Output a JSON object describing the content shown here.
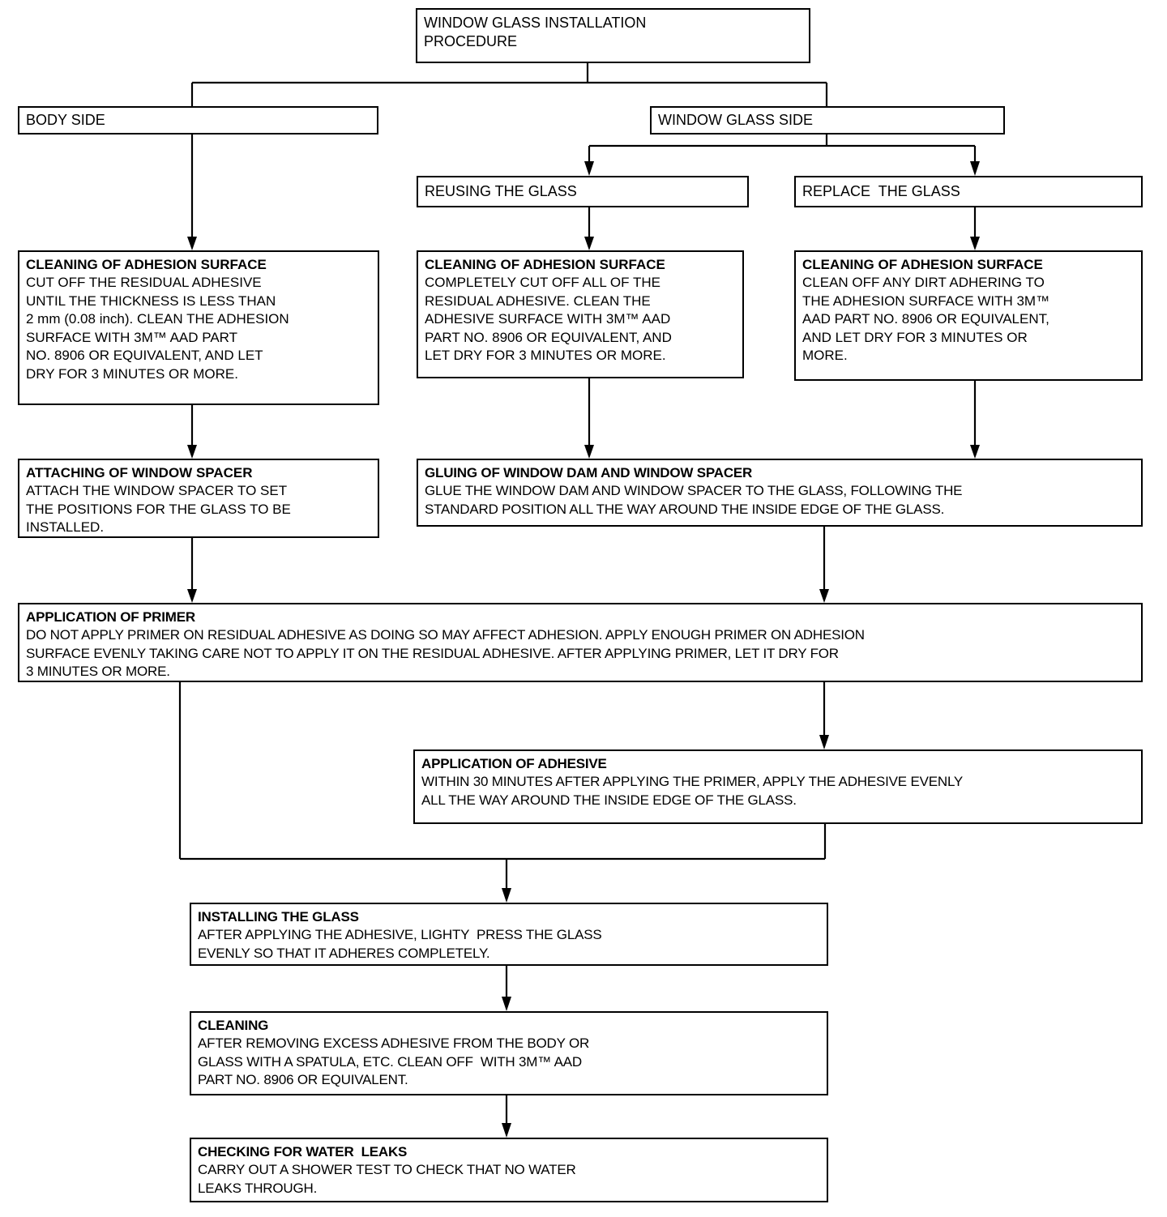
{
  "diagram": {
    "title": "WINDOW GLASS INSTALLATION PROCEDURE",
    "type": "flowchart"
  },
  "nodes": {
    "root": {
      "label": "WINDOW GLASS INSTALLATION\nPROCEDURE"
    },
    "body_side": {
      "label": "BODY SIDE"
    },
    "window_glass_side": {
      "label": "WINDOW GLASS SIDE"
    },
    "reusing_the_glass": {
      "label": "REUSING THE GLASS"
    },
    "replace_the_glass": {
      "label": "REPLACE  THE GLASS"
    },
    "cleaning_body": {
      "title": "CLEANING OF ADHESION SURFACE",
      "body": "CUT OFF THE RESIDUAL ADHESIVE\nUNTIL THE THICKNESS IS LESS THAN\n2 mm (0.08 inch). CLEAN THE ADHESION\nSURFACE WITH 3M™ AAD PART\nNO. 8906 OR EQUIVALENT, AND LET\nDRY FOR 3 MINUTES OR MORE."
    },
    "cleaning_reuse": {
      "title": "CLEANING OF ADHESION SURFACE",
      "body": "COMPLETELY CUT OFF ALL OF THE\nRESIDUAL ADHESIVE. CLEAN THE\nADHESIVE SURFACE WITH 3M™ AAD\nPART NO. 8906 OR EQUIVALENT, AND\nLET DRY FOR 3 MINUTES OR MORE."
    },
    "cleaning_replace": {
      "title": "CLEANING OF ADHESION SURFACE",
      "body": "CLEAN OFF ANY DIRT ADHERING TO\nTHE ADHESION SURFACE WITH 3M™\nAAD PART NO. 8906 OR EQUIVALENT,\nAND LET DRY FOR 3 MINUTES OR\nMORE."
    },
    "attaching_spacer": {
      "title": "ATTACHING OF WINDOW SPACER",
      "body": "ATTACH THE WINDOW SPACER TO SET\nTHE POSITIONS FOR THE GLASS TO BE\nINSTALLED."
    },
    "gluing_dam_spacer": {
      "title": "GLUING OF WINDOW DAM AND WINDOW SPACER",
      "body": "GLUE THE WINDOW DAM AND WINDOW SPACER TO THE GLASS, FOLLOWING THE\nSTANDARD POSITION ALL THE WAY AROUND THE INSIDE EDGE OF THE GLASS."
    },
    "application_primer": {
      "title": "APPLICATION OF PRIMER",
      "body": "DO NOT APPLY PRIMER ON RESIDUAL ADHESIVE AS DOING SO MAY AFFECT ADHESION. APPLY ENOUGH PRIMER ON ADHESION\nSURFACE EVENLY TAKING CARE NOT TO APPLY IT ON THE RESIDUAL ADHESIVE. AFTER APPLYING PRIMER, LET IT DRY FOR\n3 MINUTES OR MORE."
    },
    "application_adhesive": {
      "title": "APPLICATION OF ADHESIVE",
      "body": "WITHIN 30 MINUTES AFTER APPLYING THE PRIMER, APPLY THE ADHESIVE EVENLY\nALL THE WAY AROUND THE INSIDE EDGE OF THE GLASS."
    },
    "installing_glass": {
      "title": "INSTALLING THE GLASS",
      "body": "AFTER APPLYING THE ADHESIVE, LIGHTY  PRESS THE GLASS\nEVENLY SO THAT IT ADHERES COMPLETELY."
    },
    "cleaning_final": {
      "title": "CLEANING",
      "body": "AFTER REMOVING EXCESS ADHESIVE FROM THE BODY OR\nGLASS WITH A SPATULA, ETC. CLEAN OFF  WITH 3M™ AAD\nPART NO. 8906 OR EQUIVALENT."
    },
    "checking_water_leaks": {
      "title": "CHECKING FOR WATER  LEAKS",
      "body": "CARRY OUT A SHOWER TEST TO CHECK THAT NO WATER\nLEAKS THROUGH."
    }
  },
  "colors": {
    "stroke": "#000000",
    "fill": "#ffffff",
    "text": "#000000"
  }
}
